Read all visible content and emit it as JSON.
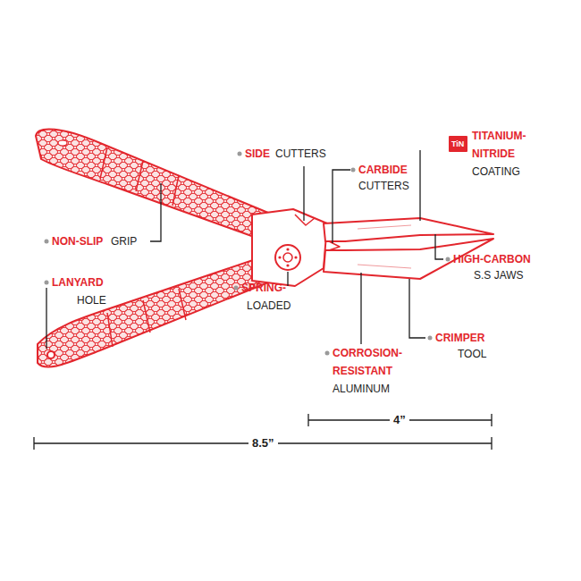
{
  "diagram": {
    "nodes": [
      {
        "text": [
          "TiN"
        ]
      }
    ],
    "labels": [
      "SIDE",
      "CUTTERS",
      "CARBIDE",
      "CUTTERS",
      "TITANIUM- NITRIDE",
      "COATING",
      "NON-SLIP",
      "GRIP",
      "HIGH-CARBON",
      "S.S JAWS",
      "LANYARD",
      "HOLE",
      "SPRING-",
      "LOADED",
      "CORROSION- RESISTANT",
      "ALUMINUM",
      "CRIMPER",
      "TOOL",
      "4”",
      "8.5”"
    ]
  }
}
